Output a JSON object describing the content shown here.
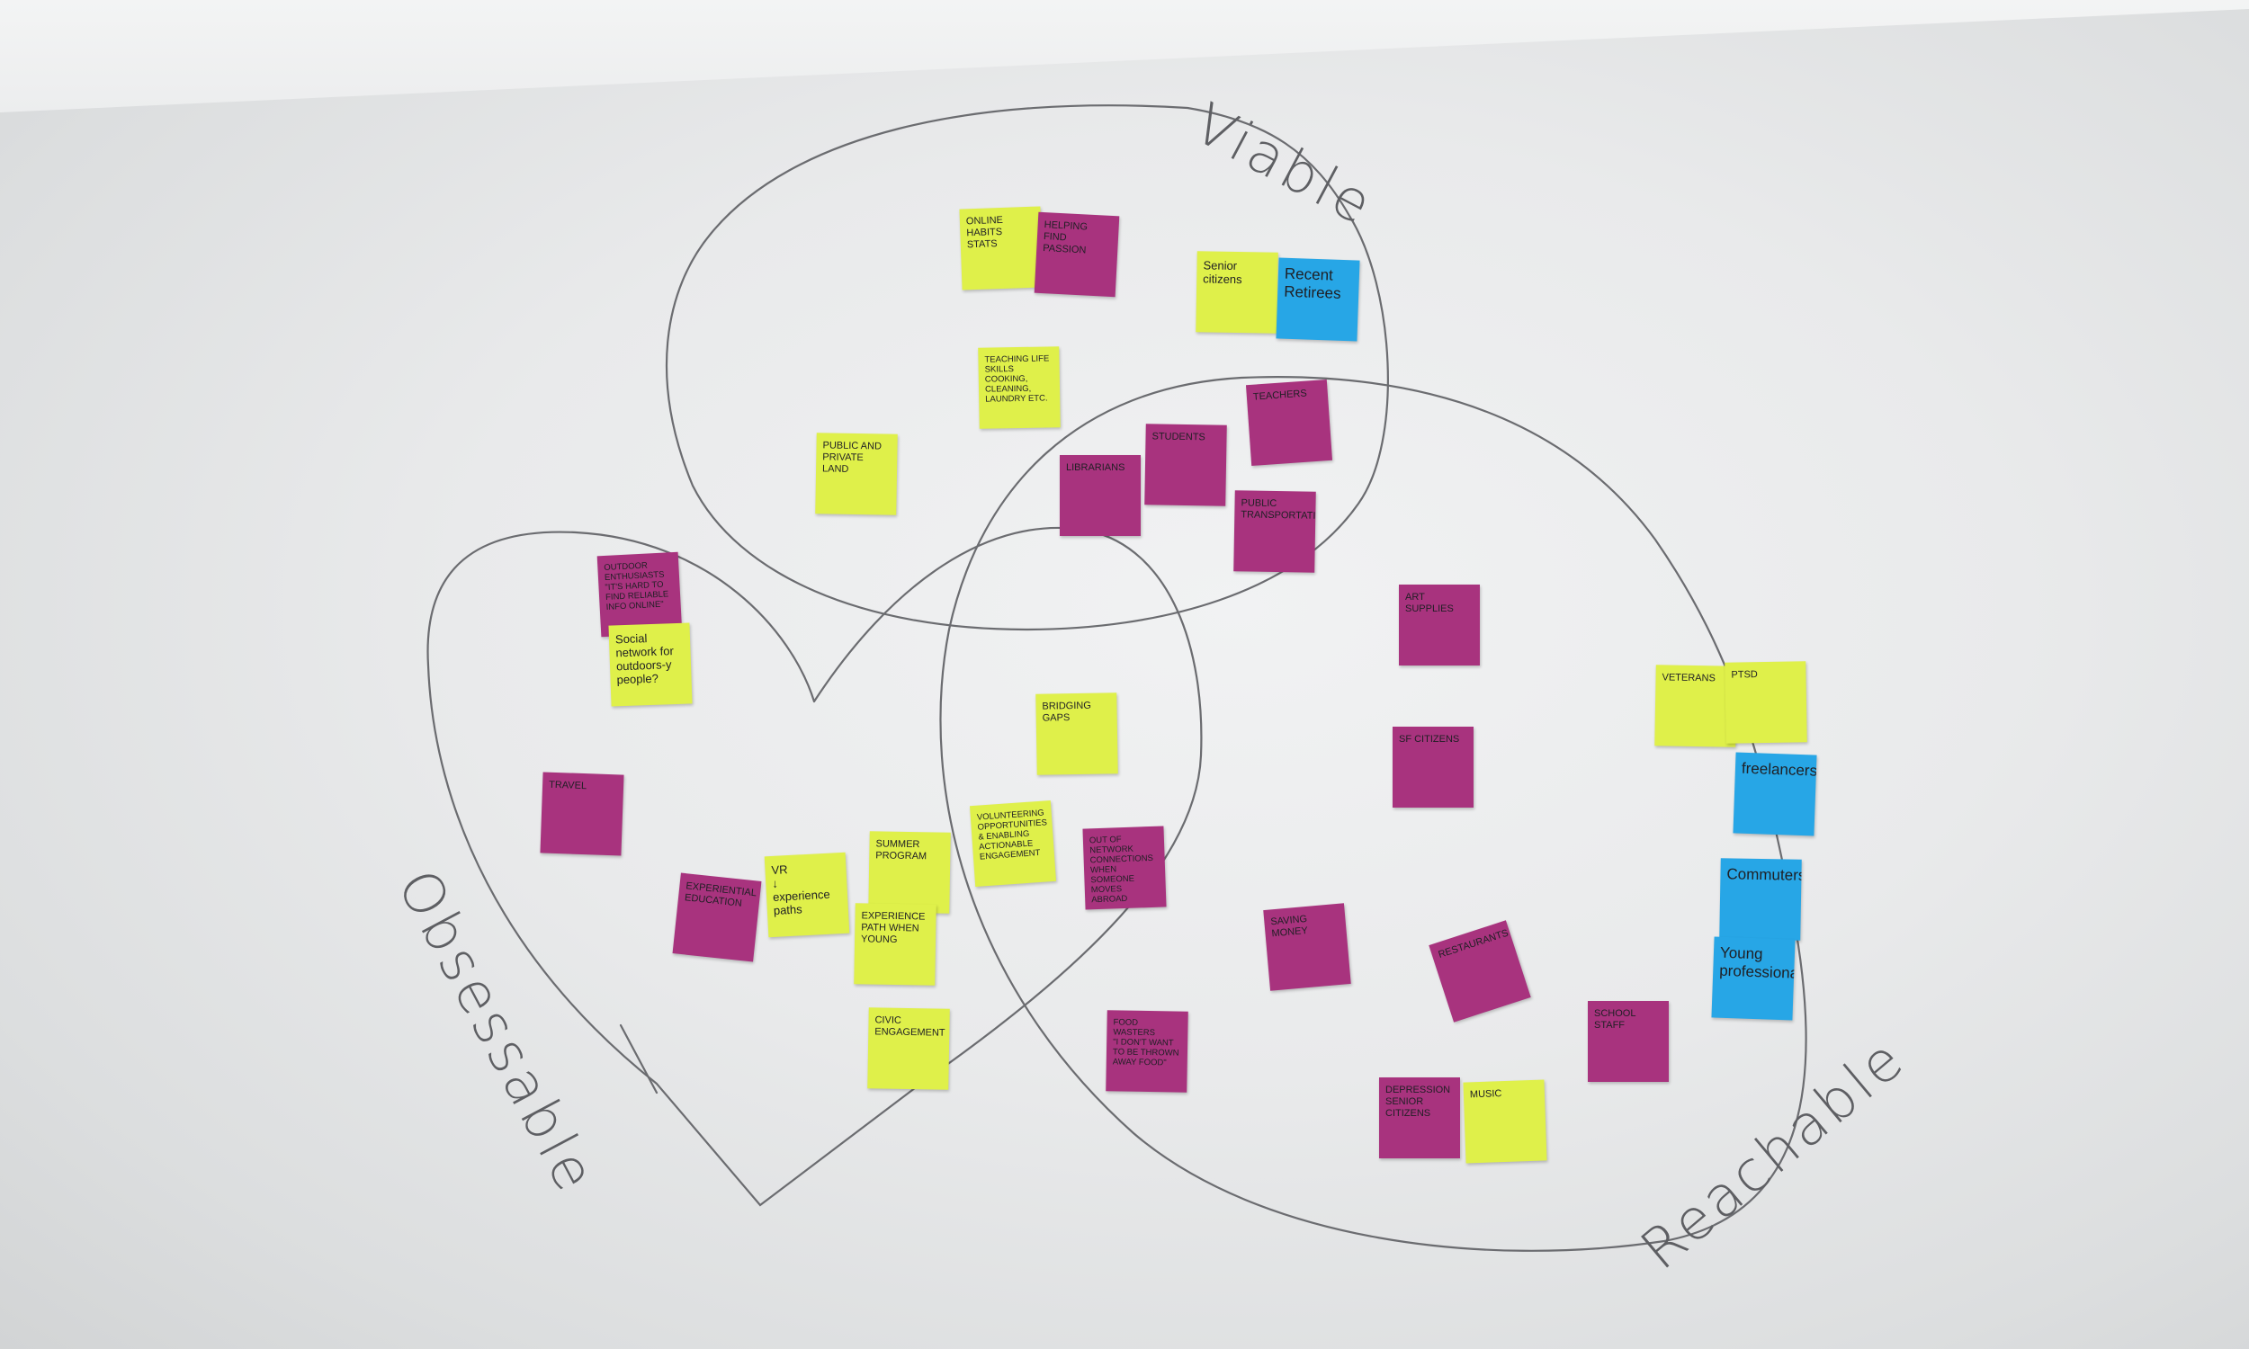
{
  "colors": {
    "yellow": "#dff04a",
    "magenta": "#a8337e",
    "blue": "#27a6e6",
    "pencil": "#6b6c70"
  },
  "labels": {
    "viable": "Viable",
    "obsessable": "Obsessable",
    "reachable": "Reachable"
  },
  "notes": [
    {
      "id": "online-habits",
      "color": "yellow",
      "text": "ONLINE HABITS\nSTATS"
    },
    {
      "id": "helping-find-passion",
      "color": "magenta",
      "text": "HELPING FIND PASSION"
    },
    {
      "id": "senior-citizens-top",
      "color": "yellow",
      "text": "Senior citizens"
    },
    {
      "id": "recent-retirees",
      "color": "blue",
      "text": "Recent Retirees"
    },
    {
      "id": "life-skills",
      "color": "yellow",
      "text": "TEACHING LIFE SKILLS\nCOOKING, CLEANING, LAUNDRY ETC."
    },
    {
      "id": "public-private-land",
      "color": "yellow",
      "text": "PUBLIC AND PRIVATE LAND"
    },
    {
      "id": "teachers",
      "color": "magenta",
      "text": "TEACHERS"
    },
    {
      "id": "students",
      "color": "magenta",
      "text": "STUDENTS"
    },
    {
      "id": "librarians",
      "color": "magenta",
      "text": "LIBRARIANS"
    },
    {
      "id": "public-transportation",
      "color": "magenta",
      "text": "PUBLIC TRANSPORTATION"
    },
    {
      "id": "outdoor-enthusiasts",
      "color": "magenta",
      "text": "OUTDOOR ENTHUSIASTS\n\"IT'S HARD TO FIND RELIABLE INFO ONLINE\""
    },
    {
      "id": "social-network-outdoors",
      "color": "yellow",
      "text": "Social network for outdoors-y people?"
    },
    {
      "id": "art-supplies",
      "color": "magenta",
      "text": "ART SUPPLIES"
    },
    {
      "id": "veterans",
      "color": "yellow",
      "text": "VETERANS"
    },
    {
      "id": "ptsd",
      "color": "yellow",
      "text": "PTSD"
    },
    {
      "id": "bridging-gaps",
      "color": "yellow",
      "text": "BRIDGING GAPS"
    },
    {
      "id": "sf-citizens",
      "color": "magenta",
      "text": "SF CITIZENS"
    },
    {
      "id": "freelancers",
      "color": "blue",
      "text": "freelancers"
    },
    {
      "id": "travel",
      "color": "magenta",
      "text": "TRAVEL"
    },
    {
      "id": "summer-program",
      "color": "yellow",
      "text": "SUMMER PROGRAM"
    },
    {
      "id": "volunteering",
      "color": "yellow",
      "text": "VOLUNTEERING OPPORTUNITIES & ENABLING ACTIONABLE ENGAGEMENT"
    },
    {
      "id": "out-of-network",
      "color": "magenta",
      "text": "OUT OF NETWORK CONNECTIONS WHEN SOMEONE MOVES ABROAD"
    },
    {
      "id": "commuters",
      "color": "blue",
      "text": "Commuters"
    },
    {
      "id": "vr-experience",
      "color": "yellow",
      "text": "VR\n↓\nexperience paths"
    },
    {
      "id": "experiential-education",
      "color": "magenta",
      "text": "EXPERIENTIAL EDUCATION"
    },
    {
      "id": "experience-path",
      "color": "yellow",
      "text": "EXPERIENCE PATH WHEN YOUNG"
    },
    {
      "id": "saving-money",
      "color": "magenta",
      "text": "SAVING MONEY"
    },
    {
      "id": "restaurants",
      "color": "magenta",
      "text": "RESTAURANTS"
    },
    {
      "id": "young-professionals",
      "color": "blue",
      "text": "Young professionals"
    },
    {
      "id": "civic-engagement",
      "color": "yellow",
      "text": "CIVIC ENGAGEMENT"
    },
    {
      "id": "food-wasters",
      "color": "magenta",
      "text": "FOOD WASTERS\n\"I DON'T WANT TO BE THROWN AWAY FOOD\""
    },
    {
      "id": "school-staff",
      "color": "magenta",
      "text": "SCHOOL STAFF"
    },
    {
      "id": "depression",
      "color": "magenta",
      "text": "DEPRESSION\nSENIOR CITIZENS"
    },
    {
      "id": "music",
      "color": "yellow",
      "text": "MUSIC"
    }
  ]
}
